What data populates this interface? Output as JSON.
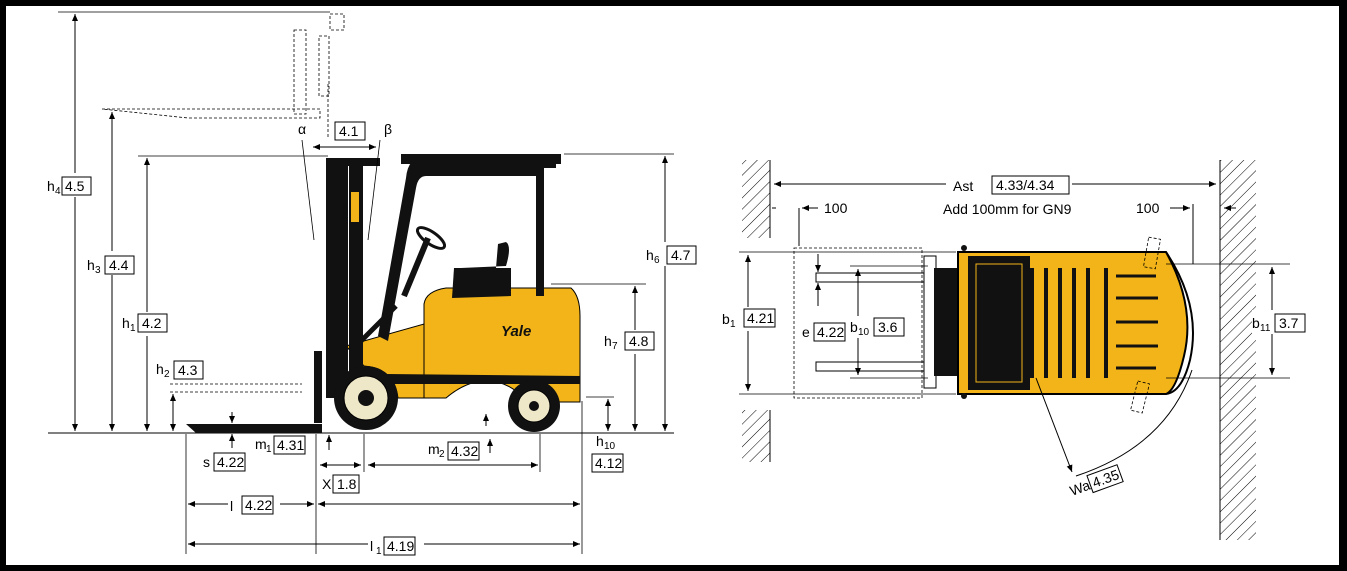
{
  "side_view": {
    "h4": {
      "sym": "h",
      "sub": "4",
      "code": "4.5"
    },
    "h3": {
      "sym": "h",
      "sub": "3",
      "code": "4.4"
    },
    "h1": {
      "sym": "h",
      "sub": "1",
      "code": "4.2"
    },
    "h2": {
      "sym": "h",
      "sub": "2",
      "code": "4.3"
    },
    "h6": {
      "sym": "h",
      "sub": "6",
      "code": "4.7"
    },
    "h7": {
      "sym": "h",
      "sub": "7",
      "code": "4.8"
    },
    "h10": {
      "sym": "h",
      "sub": "10",
      "code": "4.12"
    },
    "tilt": {
      "alpha": "α",
      "beta": "β",
      "code": "4.1"
    },
    "s": {
      "sym": "s",
      "code": "4.22"
    },
    "m1": {
      "sym": "m",
      "sub": "1",
      "code": "4.31"
    },
    "m2": {
      "sym": "m",
      "sub": "2",
      "code": "4.32"
    },
    "x": {
      "sym": "X",
      "code": "1.8"
    },
    "l": {
      "sym": "l",
      "code": "4.22"
    },
    "l1": {
      "sym": "l",
      "sub": "1",
      "code": "4.19"
    },
    "brand": "Yale"
  },
  "top_view": {
    "ast": {
      "sym": "Ast",
      "code": "4.33/4.34"
    },
    "note": "Add 100mm for GN9",
    "left_clearance": "100",
    "right_clearance": "100",
    "b1": {
      "sym": "b",
      "sub": "1",
      "code": "4.21"
    },
    "e": {
      "sym": "e",
      "code": "4.22"
    },
    "b10": {
      "sym": "b",
      "sub": "10",
      "code": "3.6"
    },
    "b11": {
      "sym": "b",
      "sub": "11",
      "code": "3.7"
    },
    "wa": {
      "sym": "Wa",
      "code": "4.35"
    }
  }
}
